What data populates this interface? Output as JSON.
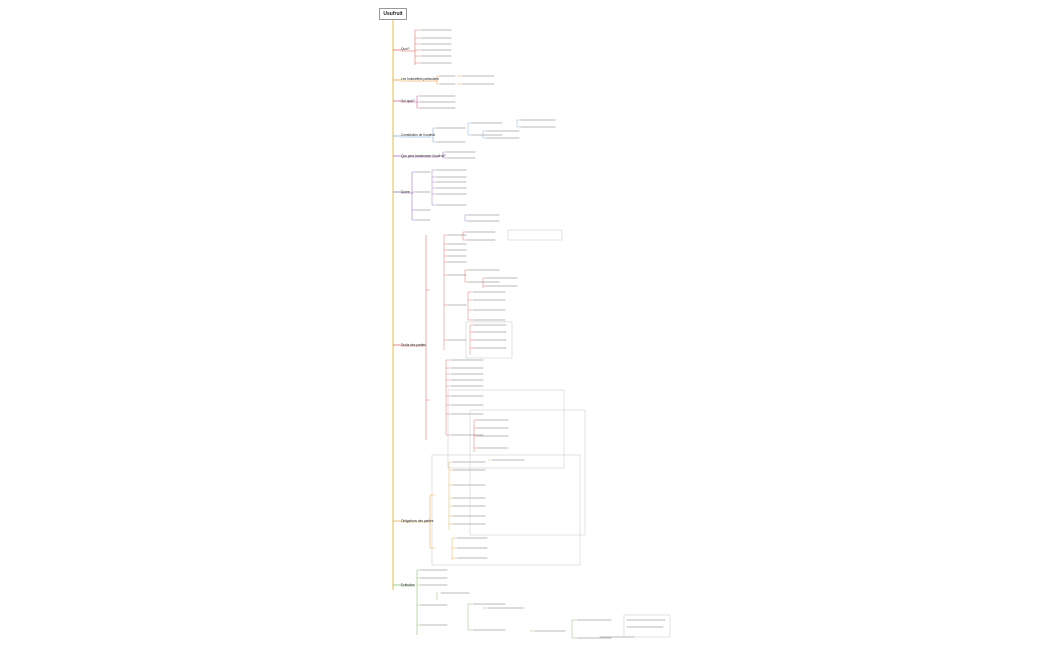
{
  "root_title": "Usufruit",
  "colors": {
    "trunk": "#e3c24c",
    "branches": [
      "#e3c24c",
      "#e8902e",
      "#d85b4f",
      "#6aa5d8",
      "#8c5fb8",
      "#3aa0a8",
      "#7ab65a",
      "#e3a43a"
    ],
    "box_border": "#b8b8b8"
  },
  "branches": [
    {
      "label": "Quoi?",
      "color": "#d85b4f"
    },
    {
      "label": "Les fruits/effets particuliers",
      "color": "#e8902e"
    },
    {
      "label": "Sur quoi?",
      "color": "#c94e8c"
    },
    {
      "label": "Constitution de l'usufruit",
      "color": "#6aa5d8"
    },
    {
      "label": "Que peut transformer l'usufruit?",
      "color": "#9b59b6"
    },
    {
      "label": "Durée",
      "color": "#8c5fb8"
    },
    {
      "label": "Droits des parties",
      "color": "#d85b4f"
    },
    {
      "label": "Obligations des parties",
      "color": "#e3a43a"
    },
    {
      "label": "Extinction",
      "color": "#7ab65a"
    }
  ]
}
